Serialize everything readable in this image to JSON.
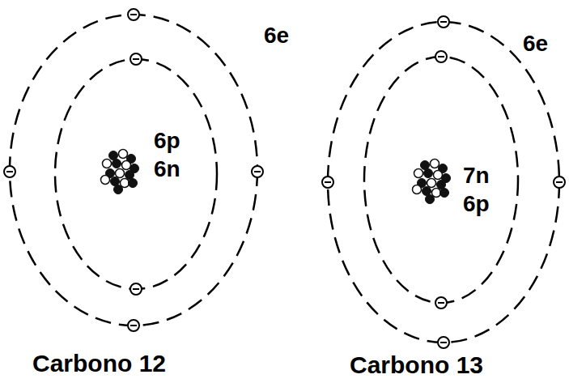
{
  "diagram": {
    "labels": [
      "6e",
      "6p",
      "6n",
      "Carbono 12",
      "6e",
      "7n",
      "6p",
      "Carbono 13"
    ]
  }
}
